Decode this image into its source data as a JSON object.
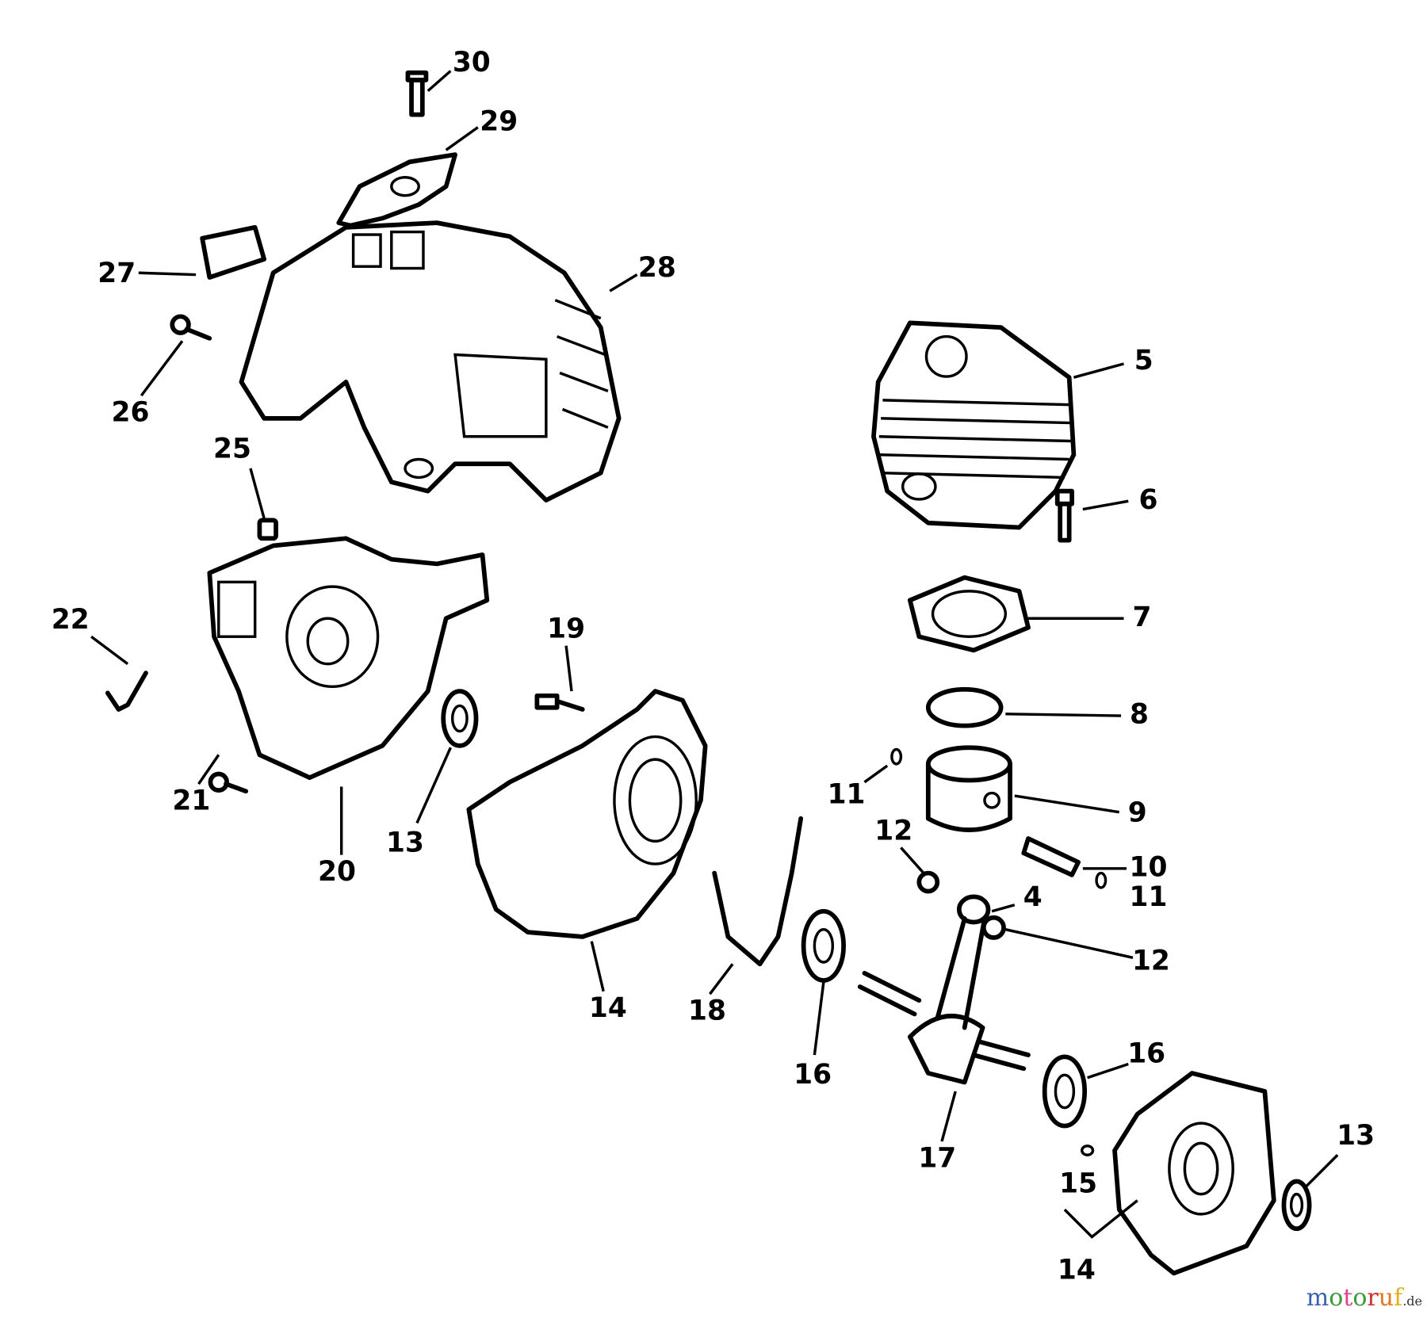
{
  "diagram": {
    "type": "exploded parts diagram",
    "callouts": [
      "30",
      "29",
      "27",
      "28",
      "26",
      "5",
      "25",
      "6",
      "7",
      "22",
      "19",
      "8",
      "11",
      "9",
      "21",
      "13",
      "20",
      "12",
      "10",
      "4",
      "11",
      "12",
      "14",
      "18",
      "16",
      "16",
      "17",
      "13",
      "15",
      "14"
    ]
  },
  "watermark": {
    "text": "motoruf",
    "suffix": ".de",
    "colors": [
      "#3b5fb0",
      "#3a9a3a",
      "#e0408a",
      "#3a9a3a",
      "#d03030",
      "#e07a20",
      "#e0b020"
    ]
  }
}
